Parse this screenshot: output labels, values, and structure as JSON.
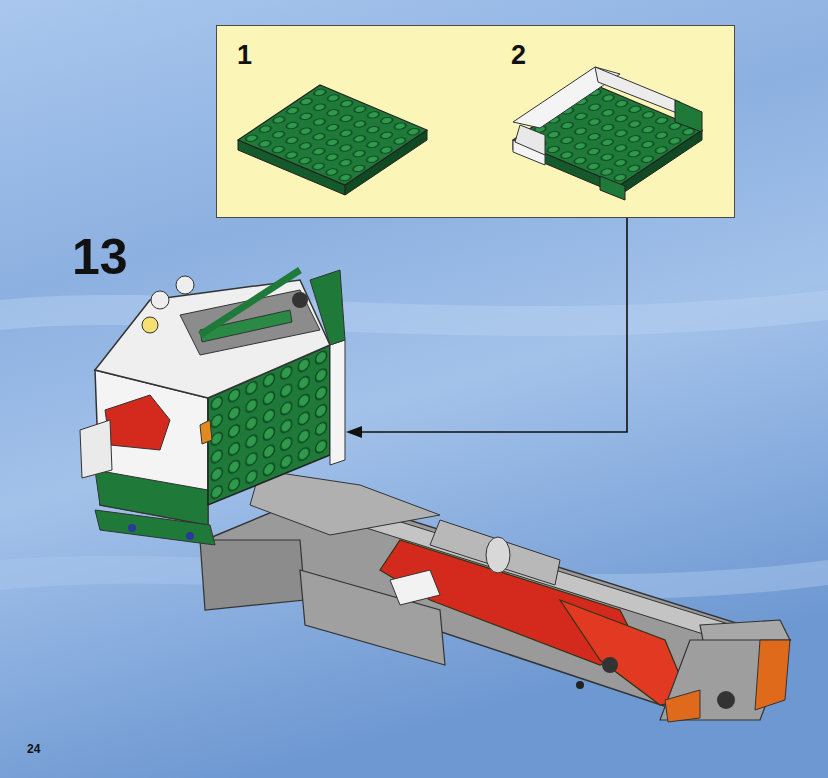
{
  "diagram": {
    "nodes": [
      {
        "text": [
          "1",
          "2"
        ]
      }
    ],
    "labels": [
      "13",
      "24"
    ]
  }
}
